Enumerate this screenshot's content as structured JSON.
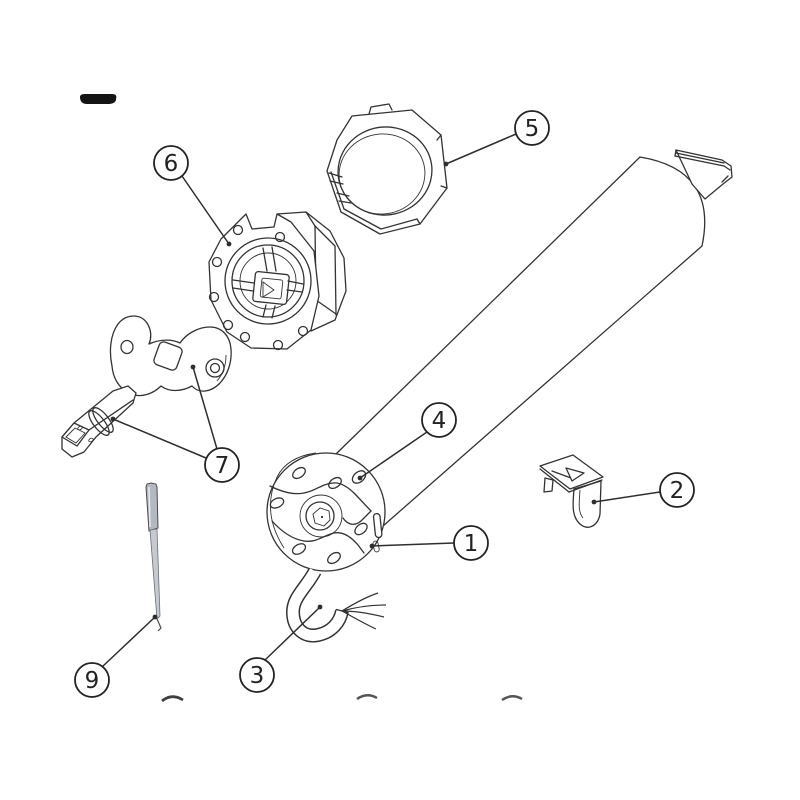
{
  "diagram": {
    "background_color": "#ffffff",
    "line_color": "#333333",
    "description": "Exploded parts diagram of a tubular roller-shutter motor",
    "callouts": [
      {
        "label": "1"
      },
      {
        "label": "2"
      },
      {
        "label": "3"
      },
      {
        "label": "4"
      },
      {
        "label": "5"
      },
      {
        "label": "6"
      },
      {
        "label": "7"
      },
      {
        "label": "9"
      }
    ],
    "parts": [
      {
        "callout": "1",
        "icon": "motor-head-icon"
      },
      {
        "callout": "2",
        "icon": "mounting-clip-icon"
      },
      {
        "callout": "3",
        "icon": "power-cable-icon"
      },
      {
        "callout": "4",
        "icon": "adjustment-hole-icon"
      },
      {
        "callout": "5",
        "icon": "octagonal-crown-ring-icon"
      },
      {
        "callout": "6",
        "icon": "octagonal-drive-adapter-icon"
      },
      {
        "callout": "7",
        "icon": "bracket-plate-and-square-drive-icon"
      },
      {
        "callout": "9",
        "icon": "setting-pin-tool-icon"
      }
    ],
    "colors": {
      "pin_fill": "#b4b9c1",
      "logo_mark": "#141414"
    }
  }
}
